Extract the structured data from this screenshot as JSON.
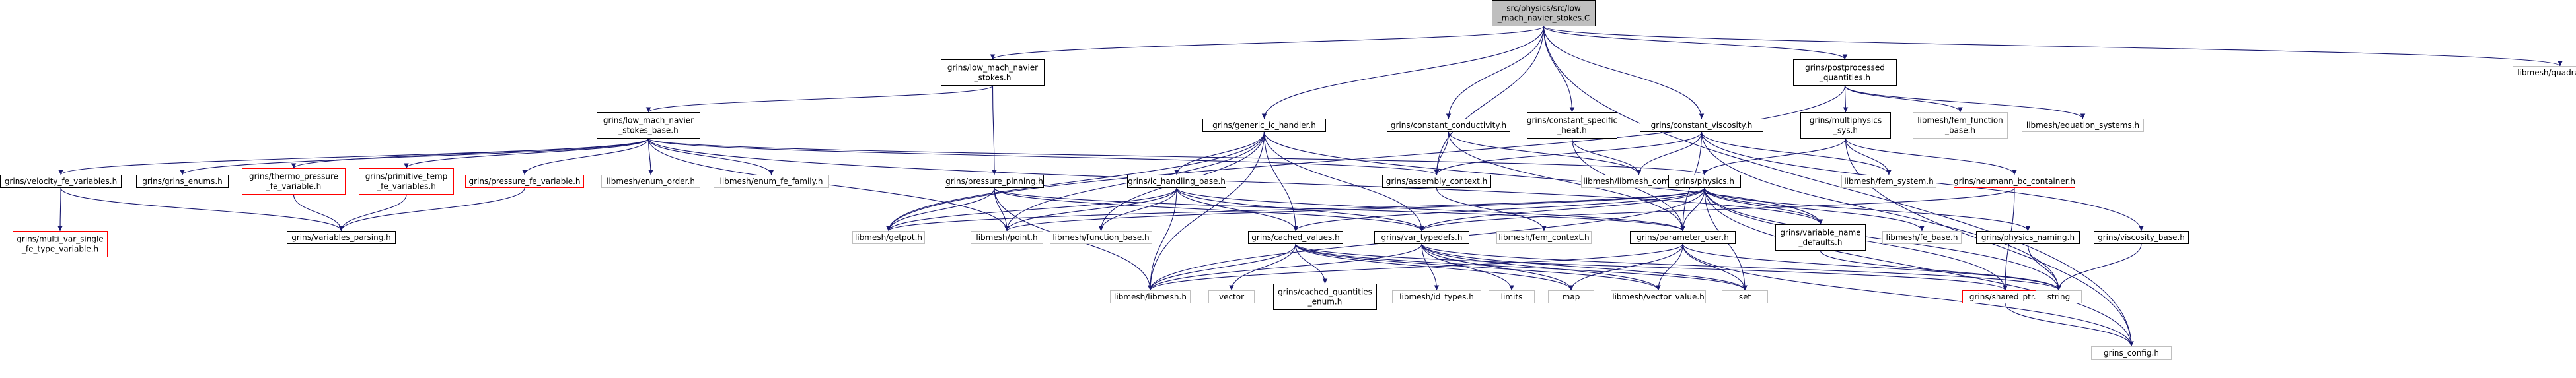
{
  "theme": {
    "edge_color": "#191970",
    "node_border": "#000000",
    "node_border_gray": "#bfbfbf",
    "node_border_red": "#ff0000",
    "node_fill": "#ffffff",
    "root_fill": "#bfbfbf",
    "text_gray": "#808080"
  },
  "nodes": [
    {
      "id": "root",
      "lines": [
        "src/physics/src/low",
        "_mach_navier_stokes.C"
      ],
      "style": "root"
    },
    {
      "id": "lmns_h",
      "lines": [
        "grins/low_mach_navier",
        "_stokes.h"
      ],
      "style": "normal"
    },
    {
      "id": "lmns_base_h",
      "lines": [
        "grins/low_mach_navier",
        "_stokes_base.h"
      ],
      "style": "normal"
    },
    {
      "id": "generic_ic",
      "lines": [
        "grins/generic_ic_handler.h"
      ],
      "style": "normal"
    },
    {
      "id": "const_cond",
      "lines": [
        "grins/constant_conductivity.h"
      ],
      "style": "normal"
    },
    {
      "id": "const_sh",
      "lines": [
        "grins/constant_specific",
        "_heat.h"
      ],
      "style": "normal"
    },
    {
      "id": "const_visc",
      "lines": [
        "grins/constant_viscosity.h"
      ],
      "style": "normal"
    },
    {
      "id": "postproc",
      "lines": [
        "grins/postprocessed",
        "_quantities.h"
      ],
      "style": "normal"
    },
    {
      "id": "quadrature",
      "lines": [
        "libmesh/quadrature.h"
      ],
      "style": "gray"
    },
    {
      "id": "multiphys",
      "lines": [
        "grins/multiphysics",
        "_sys.h"
      ],
      "style": "normal"
    },
    {
      "id": "fem_func_base",
      "lines": [
        "libmesh/fem_function",
        "_base.h"
      ],
      "style": "gray"
    },
    {
      "id": "eq_sys",
      "lines": [
        "libmesh/equation_systems.h"
      ],
      "style": "gray"
    },
    {
      "id": "vel_fe",
      "lines": [
        "grins/velocity_fe_variables.h"
      ],
      "style": "normal"
    },
    {
      "id": "grins_enums",
      "lines": [
        "grins/grins_enums.h"
      ],
      "style": "normal"
    },
    {
      "id": "thermo_p",
      "lines": [
        "grins/thermo_pressure",
        "_fe_variable.h"
      ],
      "style": "red"
    },
    {
      "id": "prim_temp",
      "lines": [
        "grins/primitive_temp",
        "_fe_variables.h"
      ],
      "style": "red"
    },
    {
      "id": "press_fe",
      "lines": [
        "grins/pressure_fe_variable.h"
      ],
      "style": "red"
    },
    {
      "id": "enum_order",
      "lines": [
        "libmesh/enum_order.h"
      ],
      "style": "gray"
    },
    {
      "id": "enum_fe_family",
      "lines": [
        "libmesh/enum_fe_family.h"
      ],
      "style": "gray"
    },
    {
      "id": "assembly_ctx",
      "lines": [
        "grins/assembly_context.h"
      ],
      "style": "normal"
    },
    {
      "id": "libmesh_common",
      "lines": [
        "libmesh/libmesh_common.h"
      ],
      "style": "gray"
    },
    {
      "id": "physics_h",
      "lines": [
        "grins/physics.h"
      ],
      "style": "normal"
    },
    {
      "id": "fem_system",
      "lines": [
        "libmesh/fem_system.h"
      ],
      "style": "gray"
    },
    {
      "id": "neumann",
      "lines": [
        "grins/neumann_bc_container.h"
      ],
      "style": "red"
    },
    {
      "id": "multi_var",
      "lines": [
        "grins/multi_var_single",
        "_fe_type_variable.h"
      ],
      "style": "red"
    },
    {
      "id": "vars_parsing",
      "lines": [
        "grins/variables_parsing.h"
      ],
      "style": "normal"
    },
    {
      "id": "press_pin",
      "lines": [
        "grins/pressure_pinning.h"
      ],
      "style": "normal"
    },
    {
      "id": "ic_handling",
      "lines": [
        "grins/ic_handling_base.h"
      ],
      "style": "normal"
    },
    {
      "id": "getpot",
      "lines": [
        "libmesh/getpot.h"
      ],
      "style": "gray"
    },
    {
      "id": "point",
      "lines": [
        "libmesh/point.h"
      ],
      "style": "gray"
    },
    {
      "id": "function_base",
      "lines": [
        "libmesh/function_base.h"
      ],
      "style": "gray"
    },
    {
      "id": "cached_values",
      "lines": [
        "grins/cached_values.h"
      ],
      "style": "normal"
    },
    {
      "id": "var_typedefs",
      "lines": [
        "grins/var_typedefs.h"
      ],
      "style": "normal"
    },
    {
      "id": "fem_context",
      "lines": [
        "libmesh/fem_context.h"
      ],
      "style": "gray"
    },
    {
      "id": "param_user",
      "lines": [
        "grins/parameter_user.h"
      ],
      "style": "normal"
    },
    {
      "id": "var_name_def",
      "lines": [
        "grins/variable_name",
        "_defaults.h"
      ],
      "style": "normal"
    },
    {
      "id": "fe_base",
      "lines": [
        "libmesh/fe_base.h"
      ],
      "style": "gray"
    },
    {
      "id": "phys_naming",
      "lines": [
        "grins/physics_naming.h"
      ],
      "style": "normal"
    },
    {
      "id": "visc_base",
      "lines": [
        "grins/viscosity_base.h"
      ],
      "style": "normal"
    },
    {
      "id": "libmesh_h",
      "lines": [
        "libmesh/libmesh.h"
      ],
      "style": "gray"
    },
    {
      "id": "vector",
      "lines": [
        "vector"
      ],
      "style": "gray"
    },
    {
      "id": "cached_enum",
      "lines": [
        "grins/cached_quantities",
        "_enum.h"
      ],
      "style": "normal"
    },
    {
      "id": "id_types",
      "lines": [
        "libmesh/id_types.h"
      ],
      "style": "gray"
    },
    {
      "id": "limits",
      "lines": [
        "limits"
      ],
      "style": "gray"
    },
    {
      "id": "map",
      "lines": [
        "map"
      ],
      "style": "gray"
    },
    {
      "id": "vector_value",
      "lines": [
        "libmesh/vector_value.h"
      ],
      "style": "gray"
    },
    {
      "id": "set",
      "lines": [
        "set"
      ],
      "style": "gray"
    },
    {
      "id": "shared_ptr",
      "lines": [
        "grins/shared_ptr.h"
      ],
      "style": "red"
    },
    {
      "id": "string",
      "lines": [
        "string"
      ],
      "style": "gray"
    },
    {
      "id": "grins_config",
      "lines": [
        "grins_config.h"
      ],
      "style": "gray"
    }
  ],
  "edges": [
    [
      "root",
      "lmns_h"
    ],
    [
      "root",
      "generic_ic"
    ],
    [
      "root",
      "const_cond"
    ],
    [
      "root",
      "const_sh"
    ],
    [
      "root",
      "const_visc"
    ],
    [
      "root",
      "postproc"
    ],
    [
      "root",
      "quadrature"
    ],
    [
      "root",
      "assembly_ctx"
    ],
    [
      "root",
      "grins_config"
    ],
    [
      "lmns_h",
      "lmns_base_h"
    ],
    [
      "lmns_h",
      "press_pin"
    ],
    [
      "lmns_base_h",
      "vel_fe"
    ],
    [
      "lmns_base_h",
      "grins_enums"
    ],
    [
      "lmns_base_h",
      "thermo_p"
    ],
    [
      "lmns_base_h",
      "prim_temp"
    ],
    [
      "lmns_base_h",
      "press_fe"
    ],
    [
      "lmns_base_h",
      "enum_order"
    ],
    [
      "lmns_base_h",
      "enum_fe_family"
    ],
    [
      "lmns_base_h",
      "assembly_ctx"
    ],
    [
      "lmns_base_h",
      "point"
    ],
    [
      "lmns_base_h",
      "physics_h"
    ],
    [
      "lmns_base_h",
      "var_name_def"
    ],
    [
      "vel_fe",
      "multi_var"
    ],
    [
      "vel_fe",
      "vars_parsing"
    ],
    [
      "thermo_p",
      "vars_parsing"
    ],
    [
      "prim_temp",
      "vars_parsing"
    ],
    [
      "press_fe",
      "vars_parsing"
    ],
    [
      "generic_ic",
      "ic_handling"
    ],
    [
      "generic_ic",
      "getpot"
    ],
    [
      "generic_ic",
      "point"
    ],
    [
      "generic_ic",
      "function_base"
    ],
    [
      "generic_ic",
      "cached_values"
    ],
    [
      "generic_ic",
      "var_typedefs"
    ],
    [
      "generic_ic",
      "libmesh_h"
    ],
    [
      "generic_ic",
      "var_name_def"
    ],
    [
      "const_cond",
      "assembly_ctx"
    ],
    [
      "const_cond",
      "libmesh_common"
    ],
    [
      "const_cond",
      "param_user"
    ],
    [
      "const_sh",
      "libmesh_common"
    ],
    [
      "const_sh",
      "param_user"
    ],
    [
      "const_visc",
      "libmesh_common"
    ],
    [
      "const_visc",
      "assembly_ctx"
    ],
    [
      "const_visc",
      "param_user"
    ],
    [
      "const_visc",
      "visc_base"
    ],
    [
      "const_visc",
      "fem_system"
    ],
    [
      "const_visc",
      "string"
    ],
    [
      "postproc",
      "multiphys"
    ],
    [
      "postproc",
      "fem_func_base"
    ],
    [
      "postproc",
      "eq_sys"
    ],
    [
      "postproc",
      "getpot"
    ],
    [
      "multiphys",
      "physics_h"
    ],
    [
      "multiphys",
      "fem_system"
    ],
    [
      "multiphys",
      "neumann"
    ],
    [
      "multiphys",
      "grins_config"
    ],
    [
      "physics_h",
      "var_typedefs"
    ],
    [
      "physics_h",
      "param_user"
    ],
    [
      "physics_h",
      "var_name_def"
    ],
    [
      "physics_h",
      "fe_base"
    ],
    [
      "physics_h",
      "phys_naming"
    ],
    [
      "physics_h",
      "cached_values"
    ],
    [
      "physics_h",
      "getpot"
    ],
    [
      "physics_h",
      "point"
    ],
    [
      "physics_h",
      "libmesh_h"
    ],
    [
      "physics_h",
      "set"
    ],
    [
      "physics_h",
      "string"
    ],
    [
      "physics_h",
      "shared_ptr"
    ],
    [
      "physics_h",
      "grins_config"
    ],
    [
      "neumann",
      "var_typedefs"
    ],
    [
      "neumann",
      "shared_ptr"
    ],
    [
      "assembly_ctx",
      "fem_context"
    ],
    [
      "press_pin",
      "getpot"
    ],
    [
      "press_pin",
      "point"
    ],
    [
      "press_pin",
      "libmesh_h"
    ],
    [
      "press_pin",
      "var_typedefs"
    ],
    [
      "press_pin",
      "param_user"
    ],
    [
      "ic_handling",
      "getpot"
    ],
    [
      "ic_handling",
      "point"
    ],
    [
      "ic_handling",
      "function_base"
    ],
    [
      "ic_handling",
      "cached_values"
    ],
    [
      "ic_handling",
      "var_typedefs"
    ],
    [
      "ic_handling",
      "libmesh_h"
    ],
    [
      "ic_handling",
      "param_user"
    ],
    [
      "cached_values",
      "libmesh_h"
    ],
    [
      "cached_values",
      "vector"
    ],
    [
      "cached_values",
      "cached_enum"
    ],
    [
      "cached_values",
      "vector_value"
    ],
    [
      "cached_values",
      "map"
    ],
    [
      "cached_values",
      "set"
    ],
    [
      "cached_values",
      "shared_ptr"
    ],
    [
      "var_typedefs",
      "id_types"
    ],
    [
      "var_typedefs",
      "limits"
    ],
    [
      "var_typedefs",
      "map"
    ],
    [
      "var_typedefs",
      "vector_value"
    ],
    [
      "var_typedefs",
      "set"
    ],
    [
      "var_typedefs",
      "string"
    ],
    [
      "var_typedefs",
      "libmesh_h"
    ],
    [
      "param_user",
      "libmesh_h"
    ],
    [
      "param_user",
      "map"
    ],
    [
      "param_user",
      "vector_value"
    ],
    [
      "param_user",
      "set"
    ],
    [
      "param_user",
      "string"
    ],
    [
      "param_user",
      "grins_config"
    ],
    [
      "var_name_def",
      "string"
    ],
    [
      "phys_naming",
      "string"
    ],
    [
      "visc_base",
      "string"
    ],
    [
      "shared_ptr",
      "grins_config"
    ]
  ]
}
